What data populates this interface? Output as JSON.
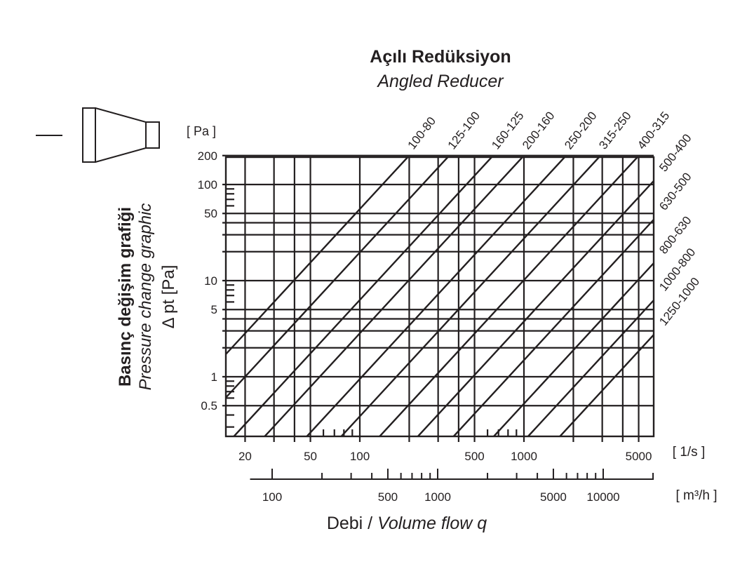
{
  "chart_data": {
    "type": "line",
    "title": "Açılı Redüksiyon",
    "subtitle": "Angled Reducer",
    "ylabel_tr": "Basınç değişim grafiği",
    "ylabel_en": "Pressure change graphic",
    "ylabel_symbol": "Δ pt [Pa]",
    "y_unit": "[ Pa ]",
    "xlabel_tr": "Debi / ",
    "xlabel_en": "Volume flow q",
    "x_unit": "[ 1/s ]",
    "x2_unit": "[ m³/h ]",
    "x_scale": "log",
    "y_scale": "log",
    "xlim": [
      15.3,
      6170
    ],
    "ylim": [
      0.24,
      200
    ],
    "grid": true,
    "x_grid": [
      20,
      30,
      40,
      50,
      100,
      200,
      300,
      400,
      500,
      1000,
      2000,
      3000,
      4000,
      5000
    ],
    "x_minor_ticks": [
      60,
      70,
      80,
      90,
      600,
      700,
      800,
      900
    ],
    "y_grid": [
      200,
      100,
      50,
      40,
      30,
      20,
      10,
      5,
      4,
      3,
      2,
      1,
      0.5
    ],
    "y_minor_ticks": [
      90,
      80,
      70,
      60,
      9,
      8,
      7,
      6,
      0.9,
      0.8,
      0.7,
      0.6,
      0.4,
      0.3
    ],
    "x_tick_labels": [
      "20",
      "50",
      "100",
      "500",
      "1000",
      "5000"
    ],
    "x_tick_values": [
      20,
      50,
      100,
      500,
      1000,
      5000
    ],
    "y_tick_labels": [
      "200",
      "100",
      "50",
      "10",
      "5",
      "1",
      "0.5"
    ],
    "y_tick_values": [
      200,
      100,
      50,
      10,
      5,
      1,
      0.5
    ],
    "x2_axis": {
      "range": [
        75,
        20000
      ],
      "major_ticks": [
        100,
        500,
        1000,
        5000,
        10000
      ],
      "minor_ticks": [
        200,
        300,
        400,
        600,
        700,
        800,
        900,
        2000,
        3000,
        4000,
        6000,
        7000,
        8000,
        9000,
        20000
      ],
      "tick_labels": [
        "100",
        "500",
        "1000",
        "5000",
        "10000"
      ]
    },
    "exponent": 1.85,
    "series": [
      {
        "name": "100-80",
        "q_at_1Pa": 11.4
      },
      {
        "name": "125-100",
        "q_at_1Pa": 20
      },
      {
        "name": "160-125",
        "q_at_1Pa": 37
      },
      {
        "name": "200-160",
        "q_at_1Pa": 57
      },
      {
        "name": "250-200",
        "q_at_1Pa": 103
      },
      {
        "name": "315-250",
        "q_at_1Pa": 167
      },
      {
        "name": "400-315",
        "q_at_1Pa": 286
      },
      {
        "name": "500-400",
        "q_at_1Pa": 489
      },
      {
        "name": "630-500",
        "q_at_1Pa": 807
      },
      {
        "name": "800-630",
        "q_at_1Pa": 1418
      },
      {
        "name": "1000-800",
        "q_at_1Pa": 2294
      },
      {
        "name": "1250-1000",
        "q_at_1Pa": 3587
      }
    ],
    "line_color": "#231f20"
  }
}
